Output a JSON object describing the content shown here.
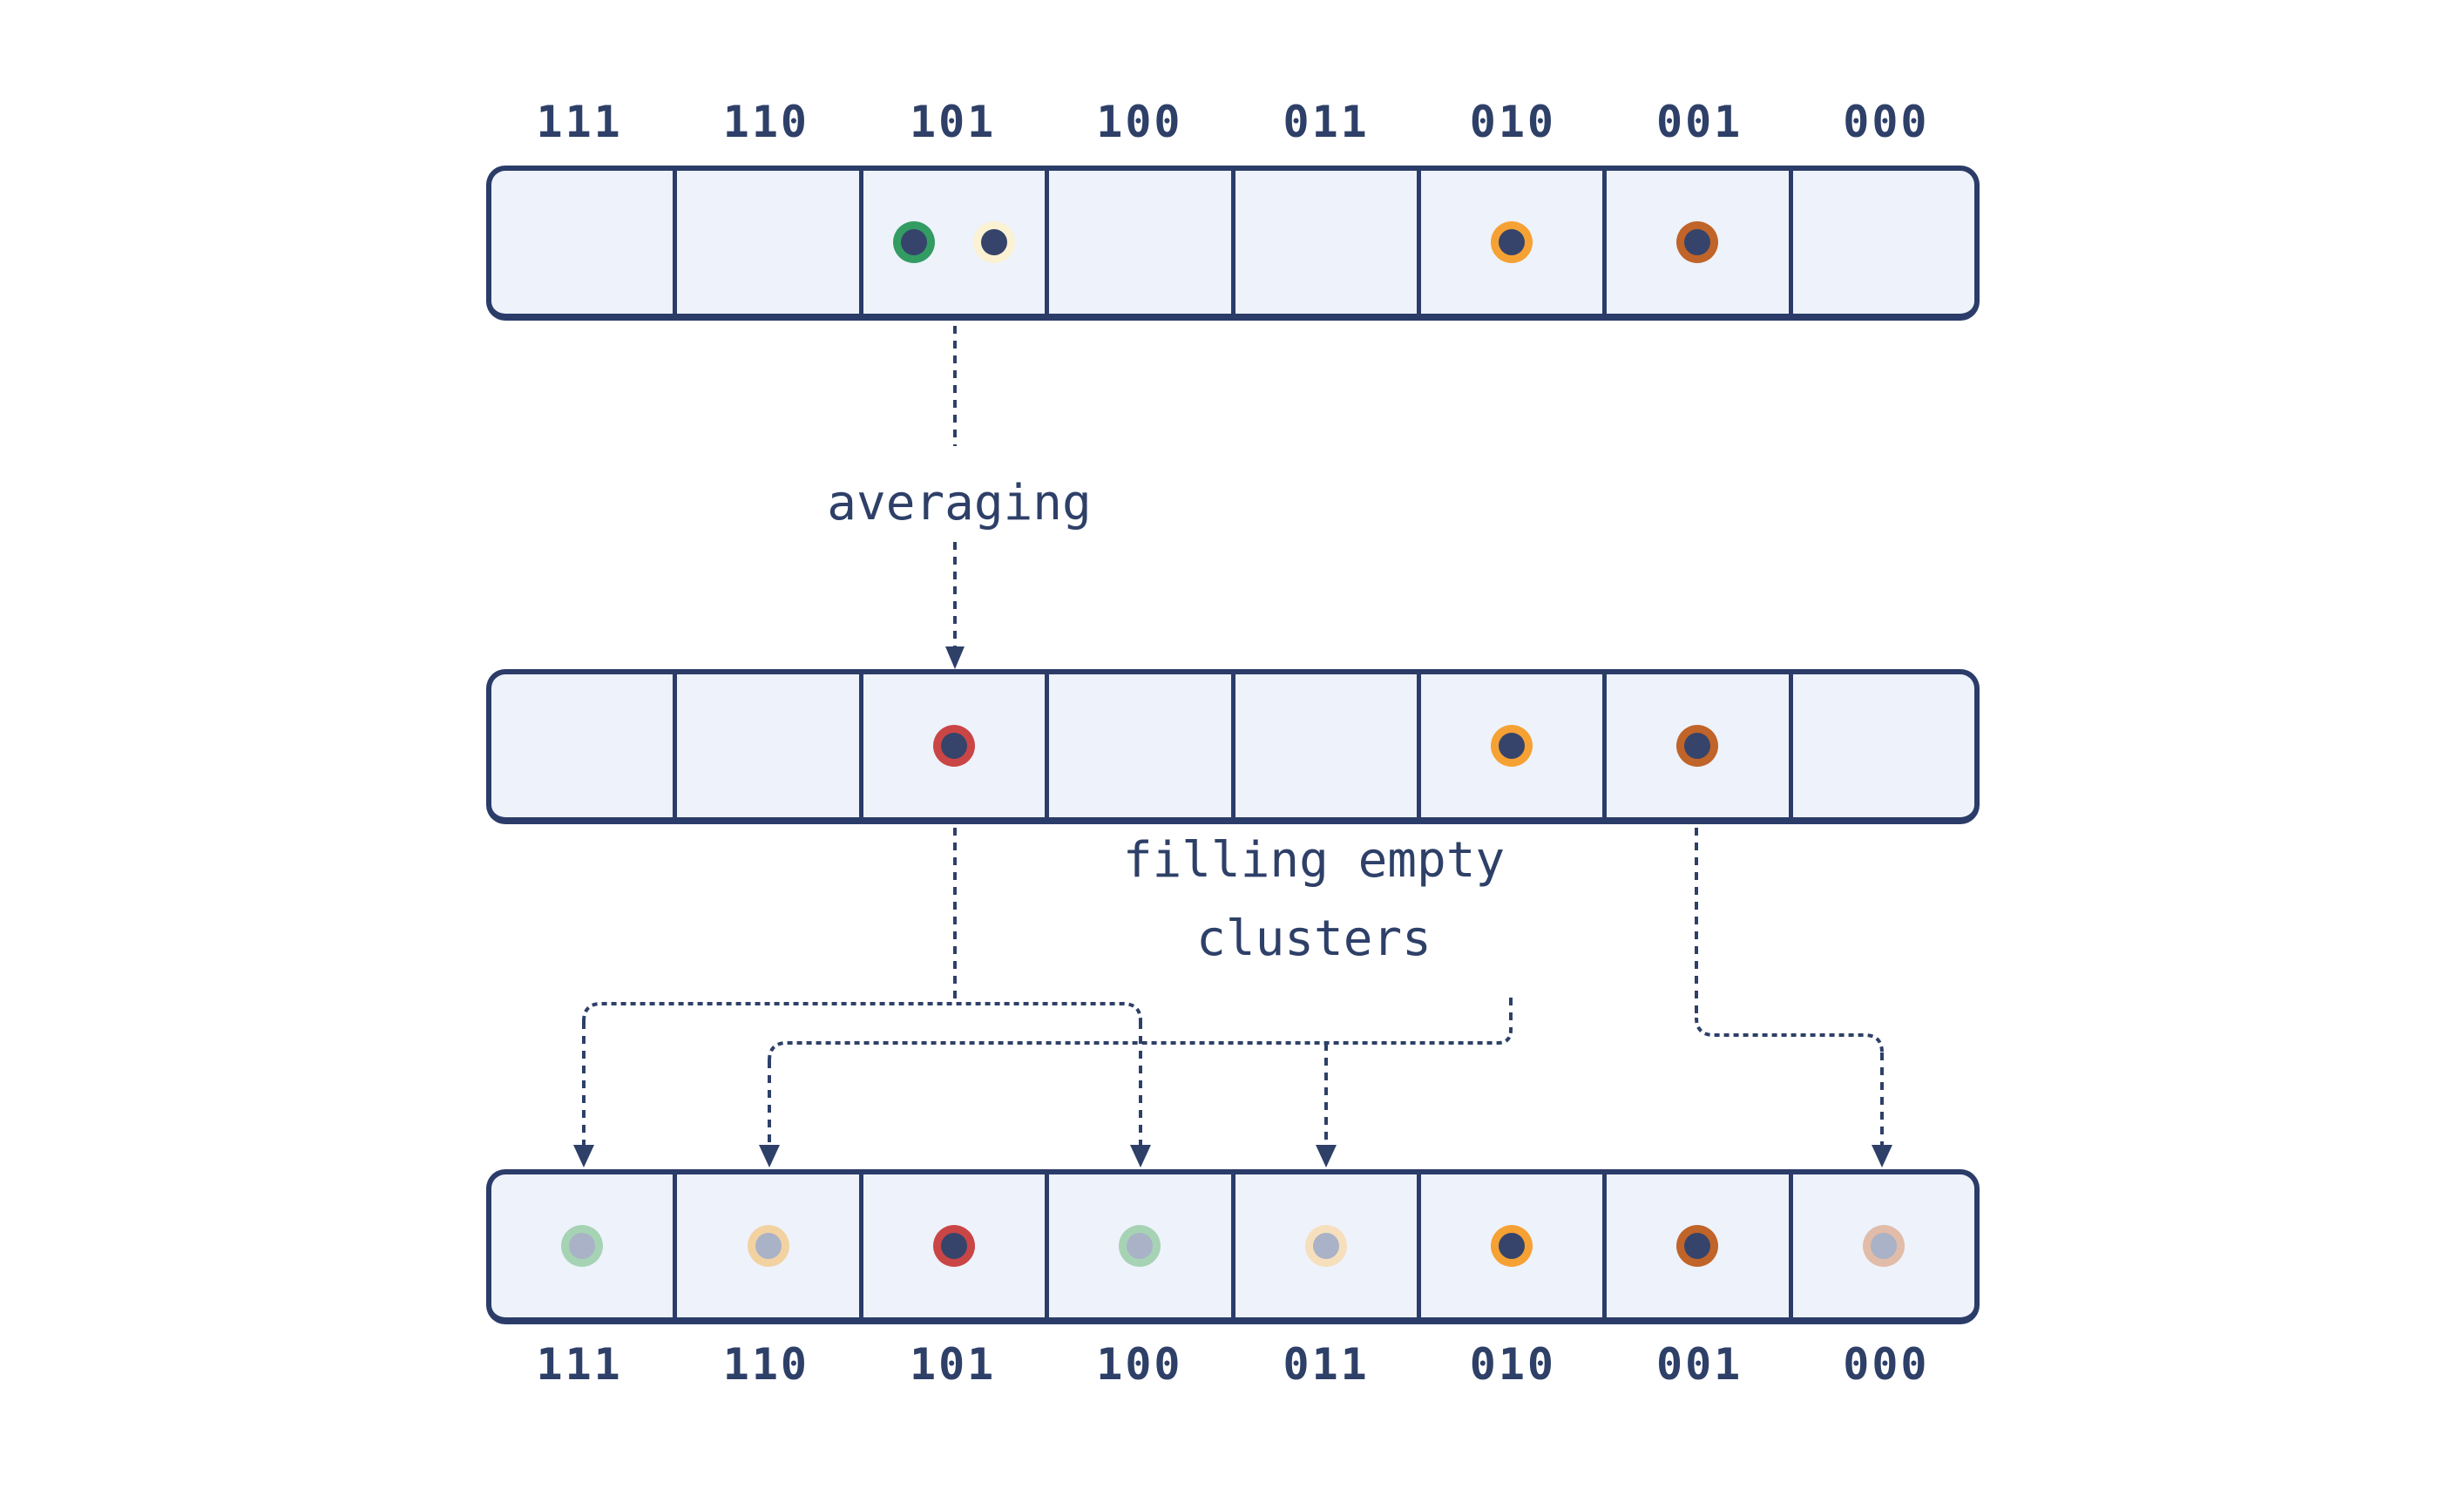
{
  "colors": {
    "page_bg": "#ffffff",
    "line": "#2e4068",
    "border": "#2b3c69",
    "cell_fill": "#eef2fb",
    "navy_core": "#36446b",
    "gray_core": "#a9b2c6",
    "green": "#339c63",
    "cream": "#fbf1d3",
    "orange": "#f6a133",
    "brown": "#c06429",
    "red": "#ca4646",
    "faded_green": "#a6d3b4",
    "faded_peach": "#f3d2a2",
    "faded_cream": "#f6dfbc",
    "faded_rose": "#e1bca9"
  },
  "cluster_labels": [
    "111",
    "110",
    "101",
    "100",
    "011",
    "010",
    "001",
    "000"
  ],
  "annotations": {
    "averaging": "averaging",
    "filling_line1": "filling empty",
    "filling_line2": "clusters"
  },
  "rows": [
    {
      "name": "initial",
      "cells": [
        {
          "dots": []
        },
        {
          "dots": []
        },
        {
          "dots": [
            {
              "ring": "green",
              "core": "navy_core"
            },
            {
              "ring": "cream",
              "core": "navy_core"
            }
          ]
        },
        {
          "dots": []
        },
        {
          "dots": []
        },
        {
          "dots": [
            {
              "ring": "orange",
              "core": "navy_core"
            }
          ]
        },
        {
          "dots": [
            {
              "ring": "brown",
              "core": "navy_core"
            }
          ]
        },
        {
          "dots": []
        }
      ]
    },
    {
      "name": "averaged",
      "cells": [
        {
          "dots": []
        },
        {
          "dots": []
        },
        {
          "dots": [
            {
              "ring": "red",
              "core": "navy_core"
            }
          ]
        },
        {
          "dots": []
        },
        {
          "dots": []
        },
        {
          "dots": [
            {
              "ring": "orange",
              "core": "navy_core"
            }
          ]
        },
        {
          "dots": [
            {
              "ring": "brown",
              "core": "navy_core"
            }
          ]
        },
        {
          "dots": []
        }
      ]
    },
    {
      "name": "filled",
      "cells": [
        {
          "dots": [
            {
              "ring": "faded_green",
              "core": "gray_core"
            }
          ]
        },
        {
          "dots": [
            {
              "ring": "faded_peach",
              "core": "gray_core"
            }
          ]
        },
        {
          "dots": [
            {
              "ring": "red",
              "core": "navy_core"
            }
          ]
        },
        {
          "dots": [
            {
              "ring": "faded_green",
              "core": "gray_core"
            }
          ]
        },
        {
          "dots": [
            {
              "ring": "faded_cream",
              "core": "gray_core"
            }
          ]
        },
        {
          "dots": [
            {
              "ring": "orange",
              "core": "navy_core"
            }
          ]
        },
        {
          "dots": [
            {
              "ring": "brown",
              "core": "navy_core"
            }
          ]
        },
        {
          "dots": [
            {
              "ring": "faded_rose",
              "core": "gray_core"
            }
          ]
        }
      ]
    }
  ]
}
